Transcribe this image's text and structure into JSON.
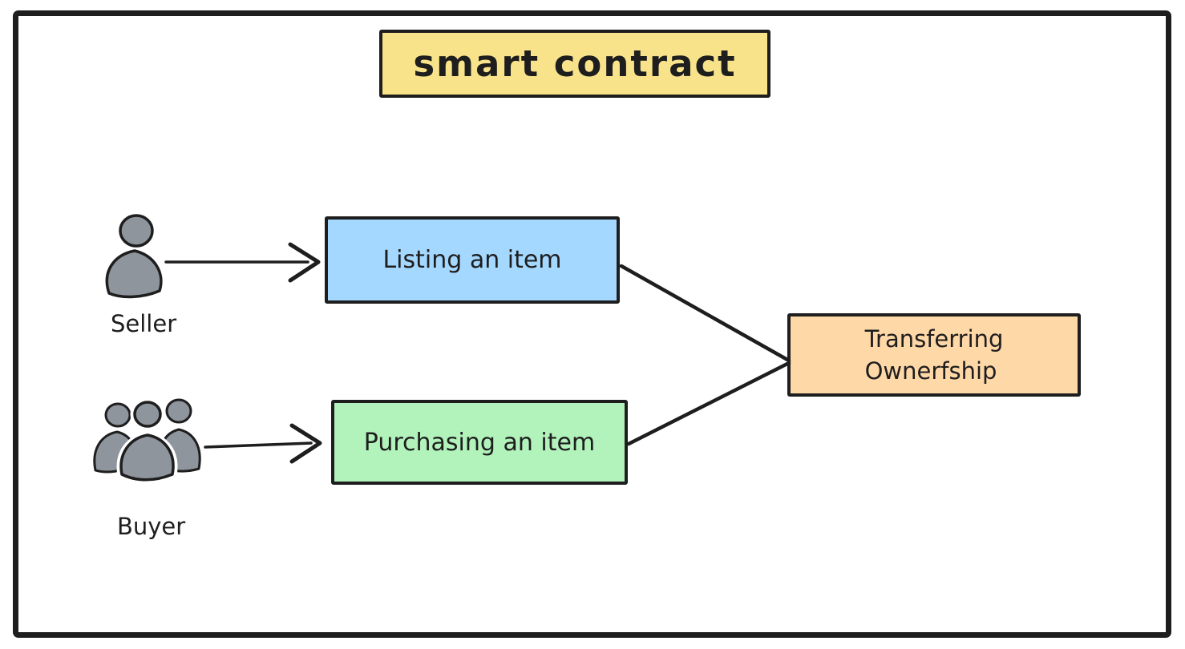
{
  "diagram": {
    "title": {
      "label": "smart contract",
      "fill": "#f9e38a"
    },
    "nodes": [
      {
        "id": "listing",
        "label": "Listing an item",
        "fill": "#a5d8ff"
      },
      {
        "id": "purchasing",
        "label": "Purchasing an item",
        "fill": "#b2f2bb"
      },
      {
        "id": "transferring",
        "label": "Transferring Ownerfship",
        "lines": [
          "Transferring",
          "Ownerfship"
        ],
        "fill": "#ffd8a8"
      }
    ],
    "actors": [
      {
        "id": "seller",
        "label": "Seller",
        "icon": "person-icon"
      },
      {
        "id": "buyer",
        "label": "Buyer",
        "icon": "people-group-icon"
      }
    ],
    "edges": [
      {
        "from": "seller",
        "to": "listing",
        "style": "arrow"
      },
      {
        "from": "buyer",
        "to": "purchasing",
        "style": "arrow"
      },
      {
        "from": "listing",
        "to": "transferring",
        "style": "line"
      },
      {
        "from": "purchasing",
        "to": "transferring",
        "style": "line"
      }
    ],
    "colors": {
      "stroke": "#1e1e1e",
      "actor_fill": "#8e959d",
      "background": "#ffffff"
    }
  }
}
